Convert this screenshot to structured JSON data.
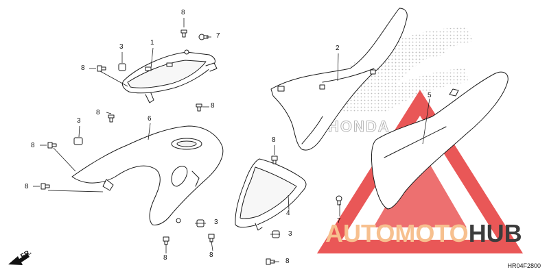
{
  "diagram": {
    "callouts": [
      "1",
      "2",
      "3",
      "3",
      "3",
      "3",
      "4",
      "5",
      "6",
      "7",
      "7",
      "8",
      "8",
      "8",
      "8",
      "8",
      "8",
      "8",
      "8",
      "8"
    ],
    "direction_label": "FR.",
    "diagram_code": "HR04F2800",
    "background_logo_text": "HONDA"
  },
  "watermark": {
    "part1": "AUTO",
    "part2": "MOTO",
    "part3": "HUB",
    "color_light": "#f7c08f",
    "color_dark": "#3c3c3c",
    "triangle_color": "#e63a3a"
  }
}
